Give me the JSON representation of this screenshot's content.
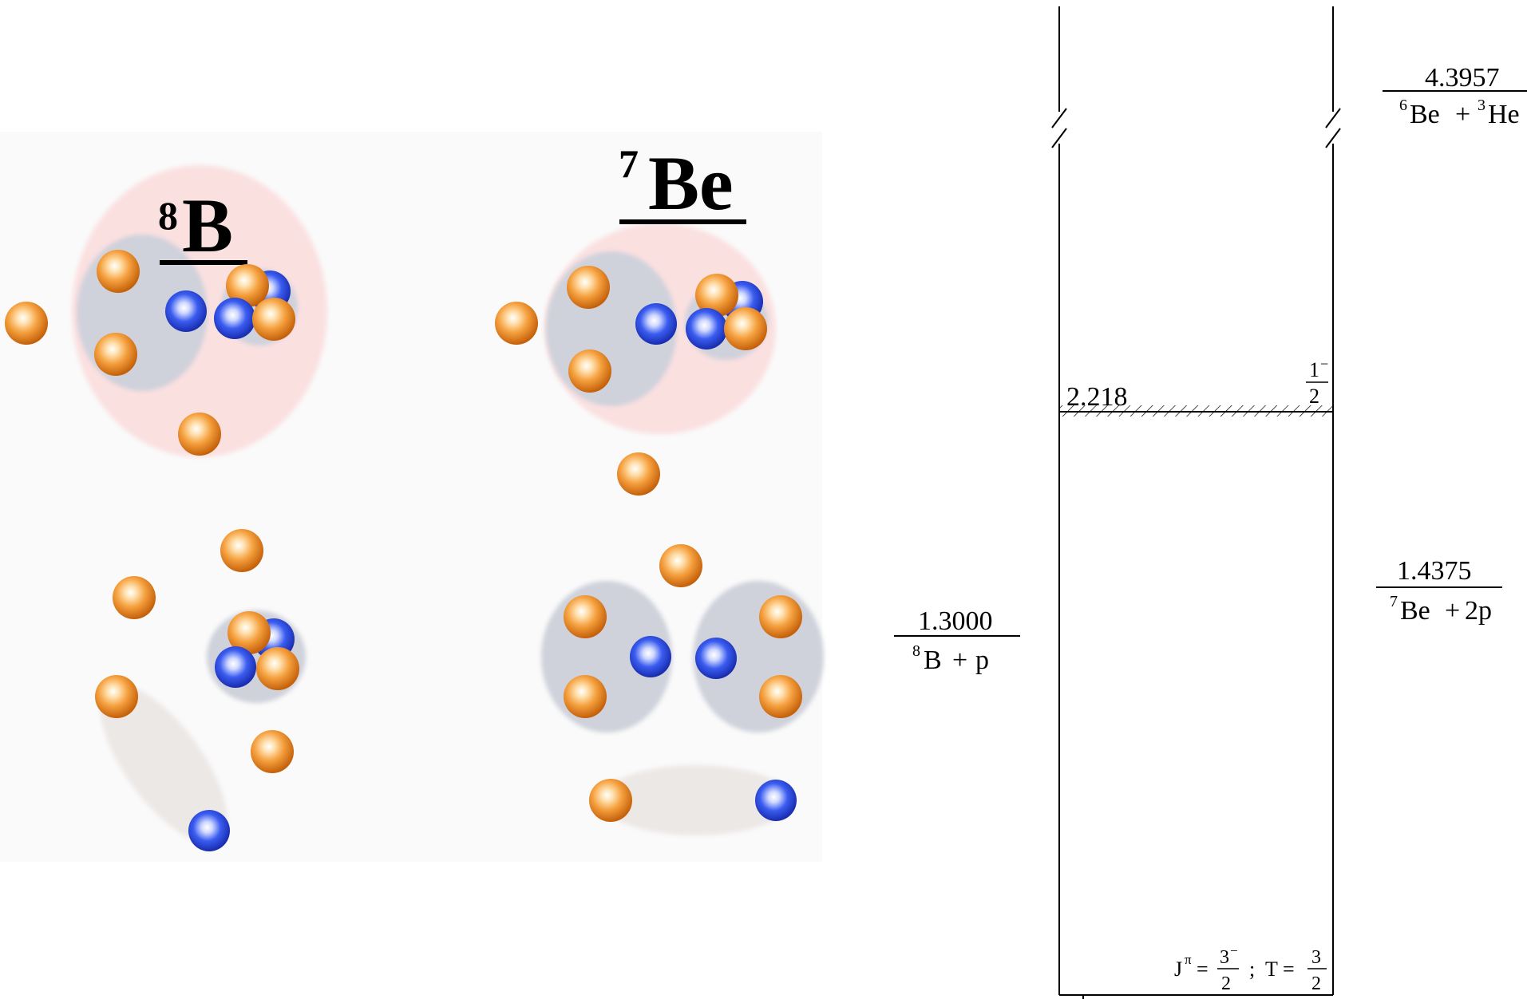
{
  "colors": {
    "proton": "#f08a1c",
    "neutron": "#2a4fe0",
    "halo": "#fbe0e0",
    "cluster": "#cfd1db",
    "pair": "#ece8e6",
    "panel": "#fafafa",
    "ink": "#000000"
  },
  "nuclei": {
    "b8": {
      "mass": "8",
      "symbol": "B"
    },
    "be7": {
      "mass": "7",
      "symbol": "Be"
    }
  },
  "level_scheme": {
    "state_energy": "2.218",
    "state_spin": {
      "num": "1",
      "sup": "−",
      "den": "2"
    },
    "ground": {
      "j_label": "J",
      "j_sup": "π",
      "j_num": "3",
      "j_num_sup": "−",
      "j_den": "2",
      "sep": ";",
      "t_label": "T",
      "t_num": "3",
      "t_den": "2"
    },
    "thresholds": [
      {
        "energy": "4.3957",
        "mass_a": "6",
        "sym_a": "Be",
        "plus": "+",
        "mass_b": "3",
        "sym_b": "He"
      },
      {
        "energy": "1.4375",
        "mass_a": "7",
        "sym_a": "Be",
        "plus": "+",
        "tail": "2p"
      },
      {
        "energy": "1.3000",
        "mass_a": "8",
        "sym_a": "B",
        "plus": "+",
        "tail": "p"
      }
    ]
  }
}
